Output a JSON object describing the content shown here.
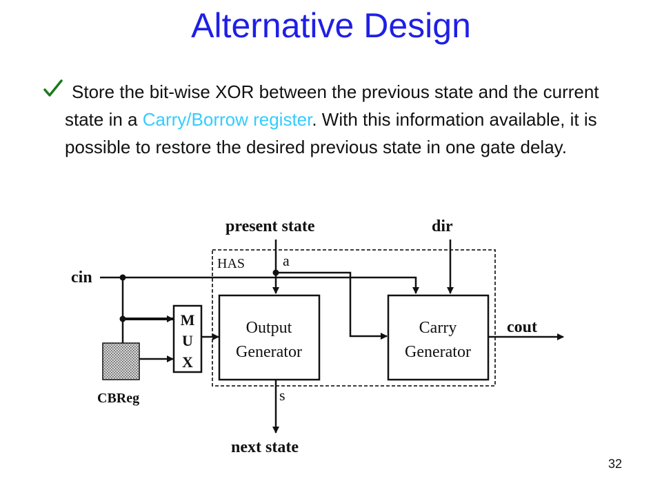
{
  "slide": {
    "title": "Alternative Design",
    "page_number": "32",
    "bullet": {
      "text_before": "Store the bit-wise XOR between the previous state and the current state in a ",
      "highlight": "Carry/Borrow register",
      "text_after": ". With this information available,  it is possible to restore the desired previous state in one gate delay."
    }
  },
  "colors": {
    "title": "#1f1fe6",
    "highlight": "#33ccff",
    "check": "#1a7a1a"
  },
  "icons": {
    "bullet": "checkmark-icon"
  },
  "diagram": {
    "inputs": {
      "present_state": "present state",
      "dir": "dir",
      "cin": "cin"
    },
    "outputs": {
      "cout": "cout",
      "next_state": "next state"
    },
    "has_label": "HAS",
    "signal_a": "a",
    "signal_s": "s",
    "mux_letters": [
      "M",
      "U",
      "X"
    ],
    "cbreg_label": "CBReg",
    "output_generator": [
      "Output",
      "Generator"
    ],
    "carry_generator": [
      "Carry",
      "Generator"
    ]
  }
}
